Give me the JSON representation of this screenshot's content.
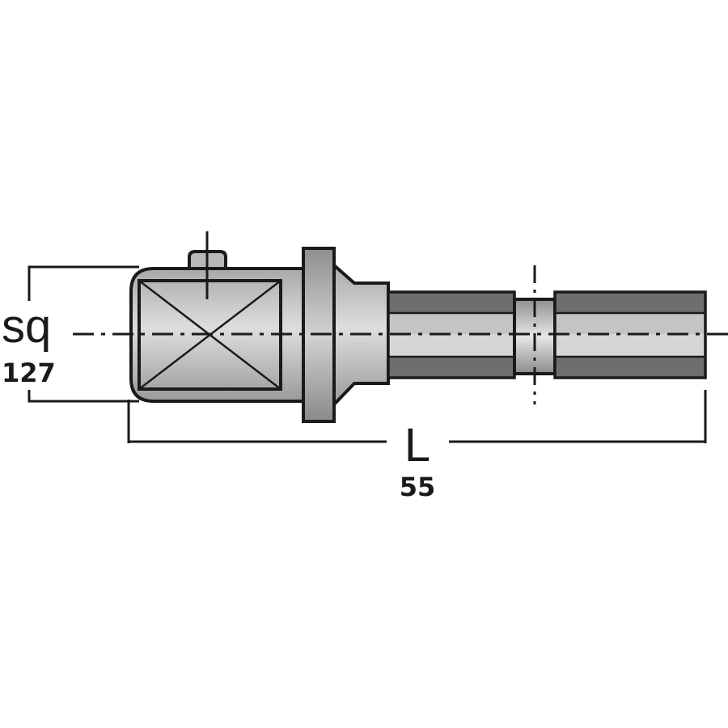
{
  "dimensions": {
    "square": {
      "symbol": "sq",
      "value": "127"
    },
    "length": {
      "symbol": "L",
      "value": "55"
    }
  },
  "colors": {
    "line": "#1a1a1a",
    "body_light": "#c4c4c4",
    "body_mid": "#b0b0b0",
    "spline_dark": "#6e6e6e",
    "spline_light": "#d6d6d6"
  }
}
